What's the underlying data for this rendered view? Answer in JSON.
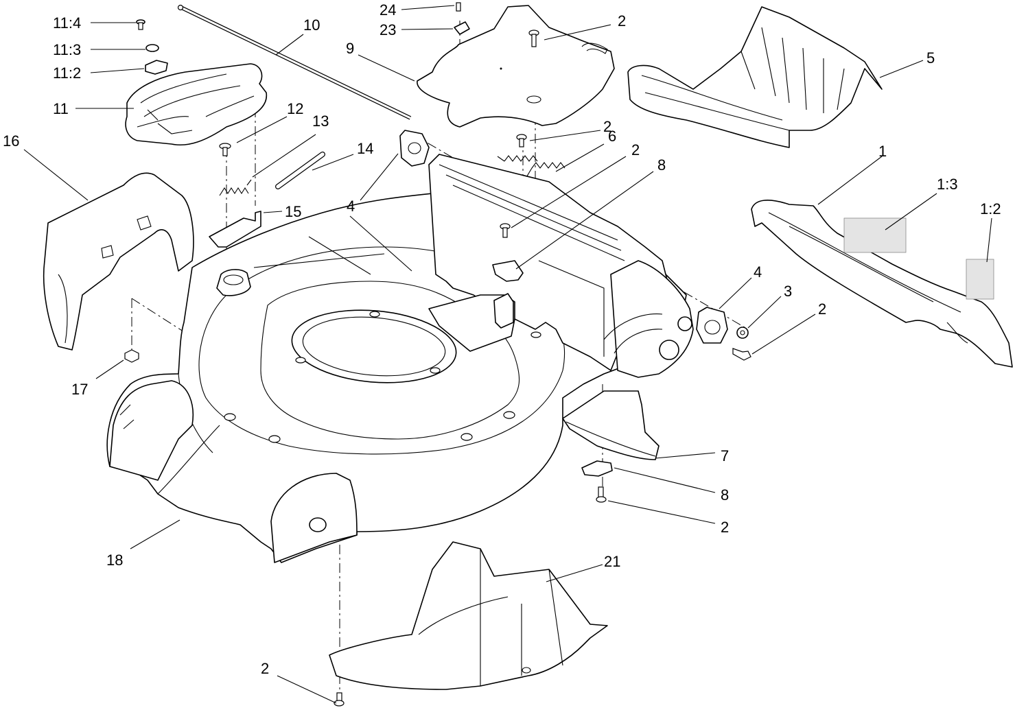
{
  "diagram": {
    "callouts": [
      {
        "id": "c-11-4",
        "text": "11:4"
      },
      {
        "id": "c-11-3",
        "text": "11:3"
      },
      {
        "id": "c-11-2",
        "text": "11:2"
      },
      {
        "id": "c-11",
        "text": "11"
      },
      {
        "id": "c-10",
        "text": "10"
      },
      {
        "id": "c-24",
        "text": "24"
      },
      {
        "id": "c-23",
        "text": "23"
      },
      {
        "id": "c-9",
        "text": "9"
      },
      {
        "id": "c-2-a",
        "text": "2"
      },
      {
        "id": "c-5",
        "text": "5"
      },
      {
        "id": "c-16",
        "text": "16"
      },
      {
        "id": "c-12",
        "text": "12"
      },
      {
        "id": "c-13",
        "text": "13"
      },
      {
        "id": "c-14",
        "text": "14"
      },
      {
        "id": "c-15",
        "text": "15"
      },
      {
        "id": "c-4-a",
        "text": "4"
      },
      {
        "id": "c-2-b",
        "text": "2"
      },
      {
        "id": "c-6",
        "text": "6"
      },
      {
        "id": "c-2-c",
        "text": "2"
      },
      {
        "id": "c-8-a",
        "text": "8"
      },
      {
        "id": "c-1",
        "text": "1"
      },
      {
        "id": "c-1-3",
        "text": "1:3"
      },
      {
        "id": "c-1-2",
        "text": "1:2"
      },
      {
        "id": "c-4-b",
        "text": "4"
      },
      {
        "id": "c-3",
        "text": "3"
      },
      {
        "id": "c-2-d",
        "text": "2"
      },
      {
        "id": "c-17",
        "text": "17"
      },
      {
        "id": "c-7",
        "text": "7"
      },
      {
        "id": "c-8-b",
        "text": "8"
      },
      {
        "id": "c-2-e",
        "text": "2"
      },
      {
        "id": "c-18",
        "text": "18"
      },
      {
        "id": "c-21",
        "text": "21"
      },
      {
        "id": "c-2-f",
        "text": "2"
      }
    ]
  }
}
